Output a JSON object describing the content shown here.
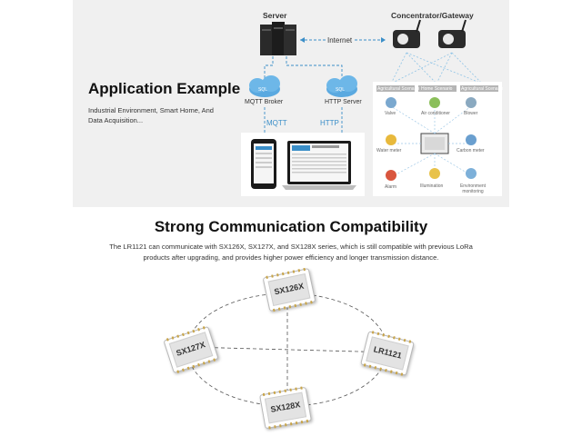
{
  "application": {
    "title": "Application Example",
    "description": "Industrial Environment, Smart Home, And\nData Acquisition..."
  },
  "diagram": {
    "server_label": "Server",
    "gateway_label": "Concentrator/Gateway",
    "internet_label": "Internet",
    "mqtt_broker_label": "MQTT Broker",
    "http_server_label": "HTTP Server",
    "mqtt_label": "MQTT",
    "http_label": "HTTP",
    "sql_label": "SQL",
    "tabs": [
      "Agricultural Scenario",
      "Home Scenario",
      "Agricultural Scenario"
    ],
    "devices": [
      "Valve",
      "Air conditioner",
      "Blower",
      "Water meter",
      "Carbon meter",
      "Alarm",
      "Illumination",
      "Environment monitoring"
    ]
  },
  "compat": {
    "title": "Strong Communication Compatibility",
    "description": "The LR1121 can communicate with SX126X, SX127X, and SX128X series, which is still compatible with previous LoRa products after upgrading, and provides higher power efficiency and longer transmission distance.",
    "chips": {
      "top": "SX126X",
      "left": "SX127X",
      "right": "LR1121",
      "bottom": "SX128X"
    }
  },
  "colors": {
    "accent_blue": "#3a8ec8",
    "panel_bg": "#f0f0f0"
  }
}
